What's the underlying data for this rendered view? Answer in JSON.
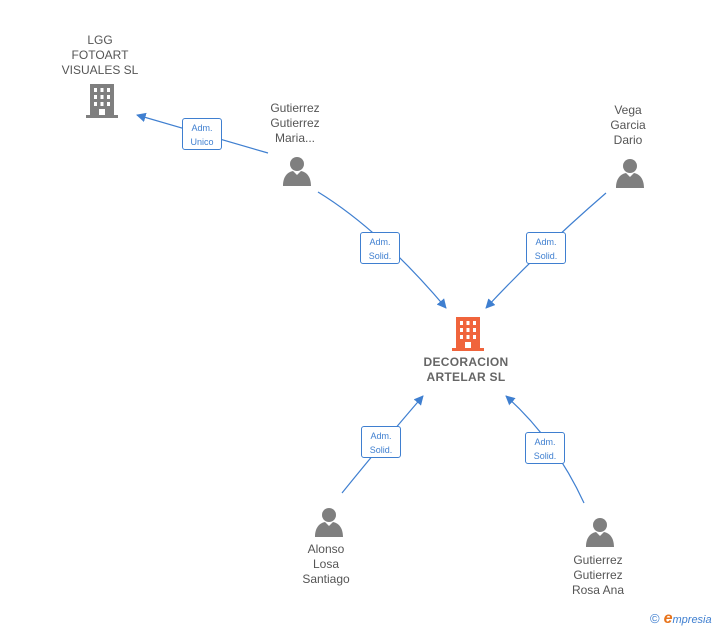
{
  "nodes": {
    "main": {
      "lines": [
        "DECORACION",
        "ARTELAR  SL"
      ],
      "color": "#f0643c"
    },
    "lgg": {
      "lines": [
        "LGG",
        "FOTOART",
        "VISUALES SL"
      ],
      "color": "#7f7f7f"
    },
    "gutierrez_maria": {
      "lines": [
        "Gutierrez",
        "Gutierrez",
        "Maria..."
      ]
    },
    "vega": {
      "lines": [
        "Vega",
        "Garcia",
        "Dario"
      ]
    },
    "alonso": {
      "lines": [
        "Alonso",
        "Losa",
        "Santiago"
      ]
    },
    "gutierrez_rosa": {
      "lines": [
        "Gutierrez",
        "Gutierrez",
        "Rosa Ana"
      ]
    }
  },
  "edges": {
    "adm_unico": {
      "lines": [
        "Adm.",
        "Unico"
      ]
    },
    "adm_solid_1": {
      "lines": [
        "Adm.",
        "Solid."
      ]
    },
    "adm_solid_2": {
      "lines": [
        "Adm.",
        "Solid."
      ]
    },
    "adm_solid_3": {
      "lines": [
        "Adm.",
        "Solid."
      ]
    },
    "adm_solid_4": {
      "lines": [
        "Adm.",
        "Solid."
      ]
    }
  },
  "colors": {
    "edge": "#3f7fd0",
    "person": "#7f7f7f"
  },
  "brand": {
    "copyright": "©",
    "initial": "e",
    "rest": "mpresia"
  }
}
